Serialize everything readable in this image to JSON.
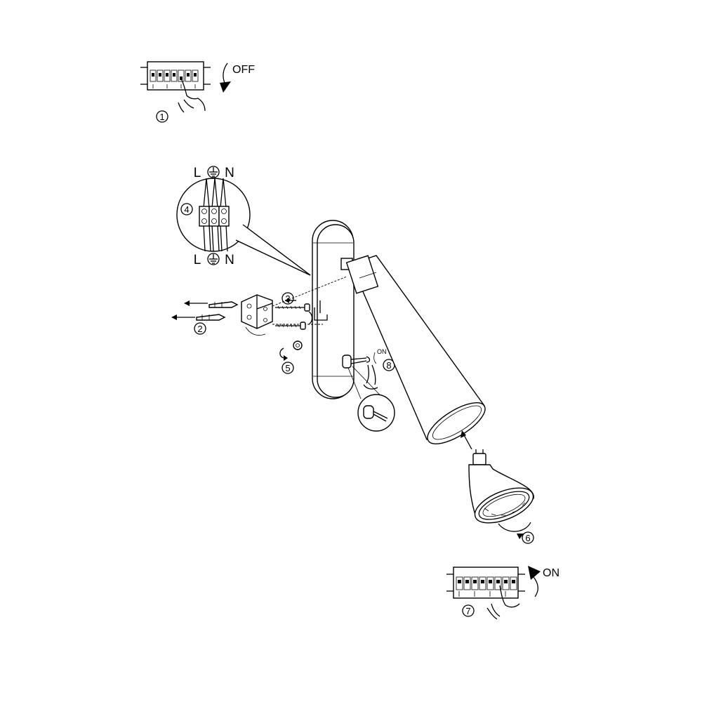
{
  "labels": {
    "off": "OFF",
    "on_breaker": "ON",
    "on_switch": "ON",
    "terminal_top_l": "L",
    "terminal_top_n": "N",
    "terminal_bottom_l": "L",
    "terminal_bottom_n": "N"
  },
  "steps": {
    "s1": "1",
    "s2": "2",
    "s3": "3",
    "s4": "4",
    "s5": "5",
    "s6": "6",
    "s7": "7",
    "s8": "8"
  },
  "colors": {
    "ink": "#000000",
    "paper": "#ffffff"
  },
  "icons": [
    "breaker-panel-icon",
    "hand-icon",
    "ground-symbol-icon",
    "terminal-block-icon",
    "screw-icon",
    "wall-plug-icon",
    "rotate-arrow-icon",
    "lamp-icon",
    "bulb-icon"
  ]
}
